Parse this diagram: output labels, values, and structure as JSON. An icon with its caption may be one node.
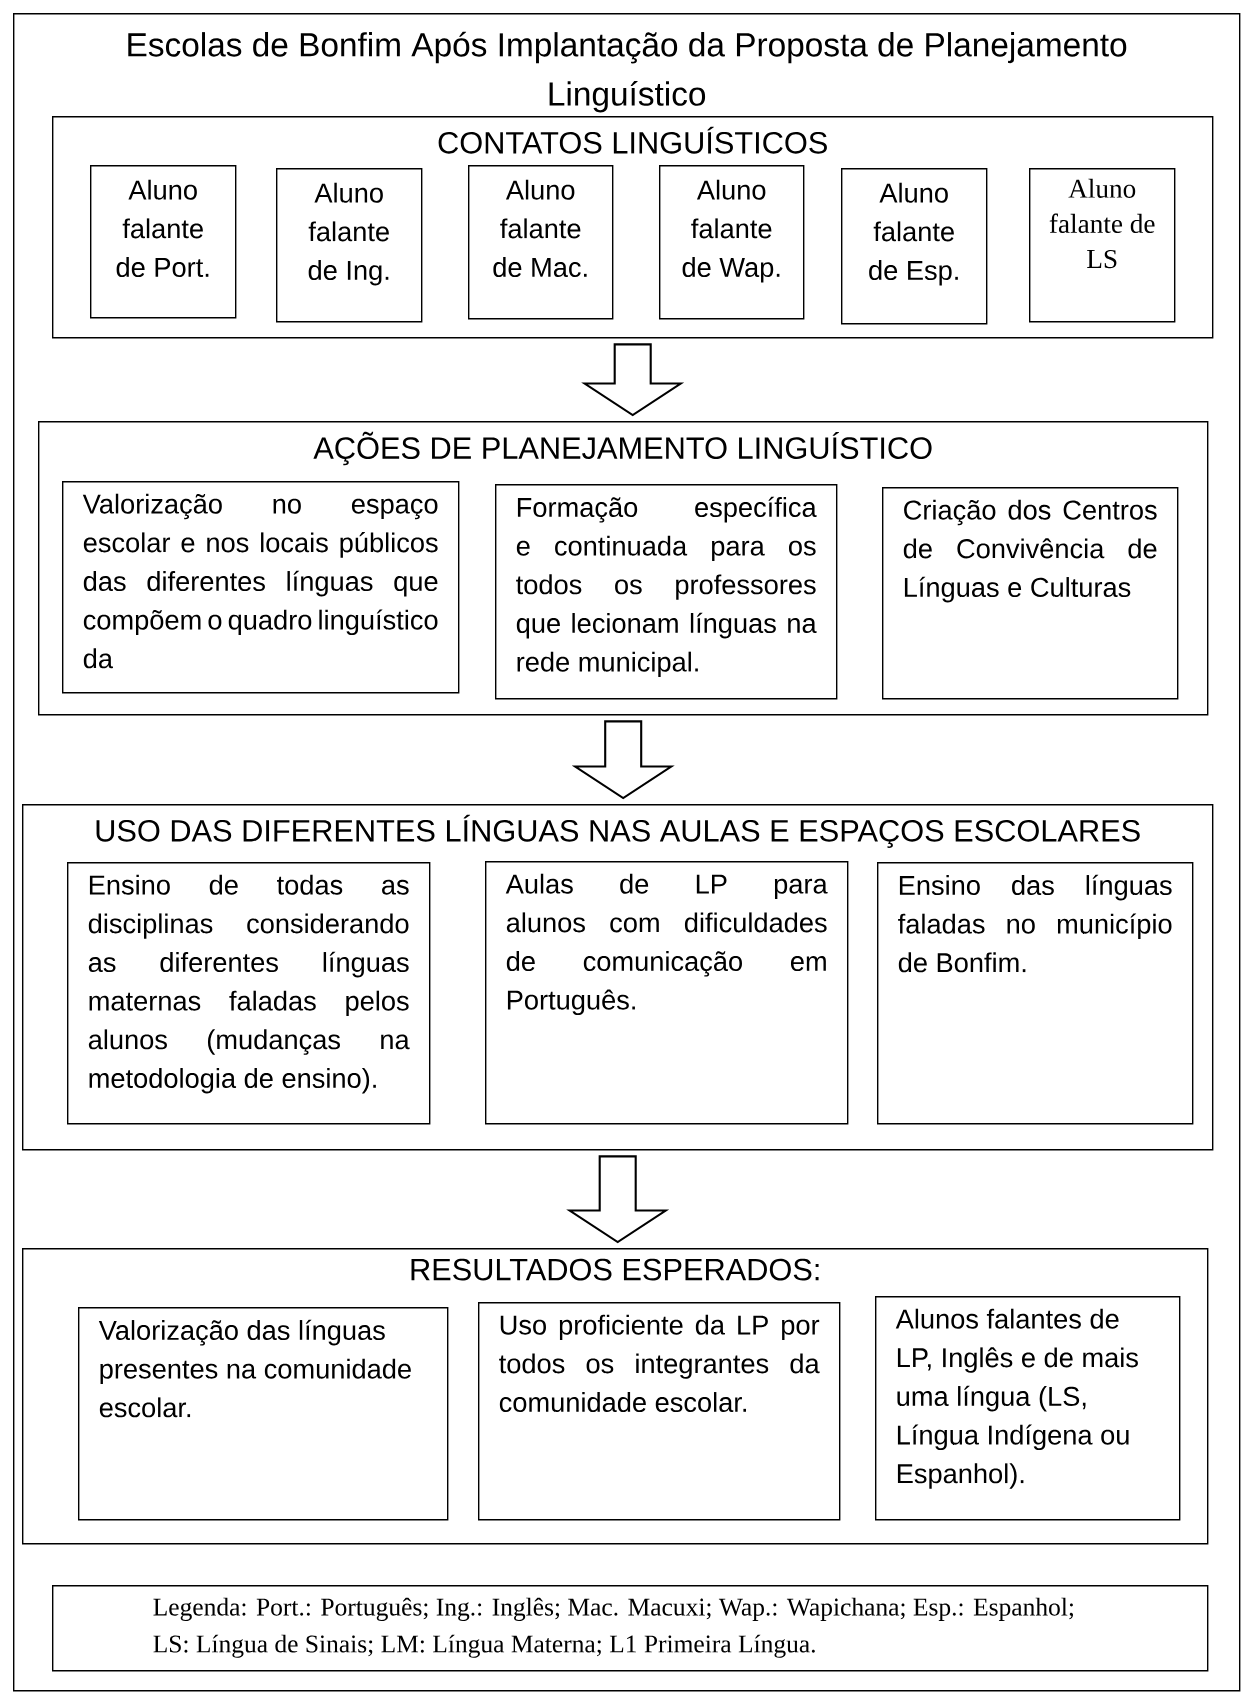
{
  "diagram": {
    "nodes": [
      {
        "text": [
          "Escolas de Bonfim Após Implantação da Proposta de Planejamento Linguístico"
        ]
      },
      {
        "text": [
          "CONTATOS LINGUÍSTICOS"
        ],
        "in": 0
      },
      {
        "text": [
          "Aluno falante de Port."
        ],
        "in": 1
      },
      {
        "text": [
          "Aluno falante de Ing."
        ],
        "in": 1
      },
      {
        "text": [
          "Aluno falante de Mac."
        ],
        "in": 1
      },
      {
        "text": [
          "Aluno falante de Wap."
        ],
        "in": 1
      },
      {
        "text": [
          "Aluno falante de Esp."
        ],
        "in": 1
      },
      {
        "text": [
          "Aluno falante de LS"
        ],
        "in": 1
      },
      {
        "text": [
          "AÇÕES DE PLANEJAMENTO LINGUÍSTICO"
        ],
        "in": 0
      },
      {
        "text": [
          "Valorização no espaço escolar e nos locais públicos das diferentes línguas que compõem o quadro linguístico da"
        ],
        "in": 8
      },
      {
        "text": [
          "Formação específica e continuada para os todos os professores que lecionam línguas na rede municipal."
        ],
        "in": 8
      },
      {
        "text": [
          "Criação dos Centros de Convivência de Línguas e Culturas"
        ],
        "in": 8
      },
      {
        "text": [
          "USO DAS DIFERENTES LÍNGUAS NAS AULAS E ESPAÇOS ESCOLARES"
        ],
        "in": 0
      },
      {
        "text": [
          "Ensino de todas as disciplinas considerando as diferentes línguas maternas faladas pelos alunos (mudanças na metodologia de ensino)."
        ],
        "in": 12
      },
      {
        "text": [
          "Aulas de LP para alunos com dificuldades de comunicação em Português."
        ],
        "in": 12
      },
      {
        "text": [
          "Ensino das línguas faladas no município de Bonfim."
        ],
        "in": 12
      },
      {
        "text": [
          "RESULTADOS ESPERADOS:"
        ],
        "in": 0
      },
      {
        "text": [
          "Valorização das línguas presentes na comunidade escolar."
        ],
        "in": 16
      },
      {
        "text": [
          "Uso proficiente da LP por todos os integrantes da comunidade escolar."
        ],
        "in": 16
      },
      {
        "text": [
          "Alunos falantes de LP, Inglês e de mais uma língua (LS, Língua Indígena ou Espanhol)."
        ],
        "in": 16
      },
      {
        "text": [
          "Legenda: Port.: Português; Ing.: Inglês; Mac. Macuxi; Wap.: Wapichana; Esp.: Espanhol; LS: Língua de Sinais; LM: Língua Materna; L1 Primeira Língua."
        ],
        "in": 0
      }
    ],
    "edges": [
      {
        "from": 1,
        "to": 8,
        "arrow": "to"
      },
      {
        "from": 8,
        "to": 12,
        "arrow": "to"
      },
      {
        "from": 12,
        "to": 16,
        "arrow": "to"
      }
    ]
  }
}
